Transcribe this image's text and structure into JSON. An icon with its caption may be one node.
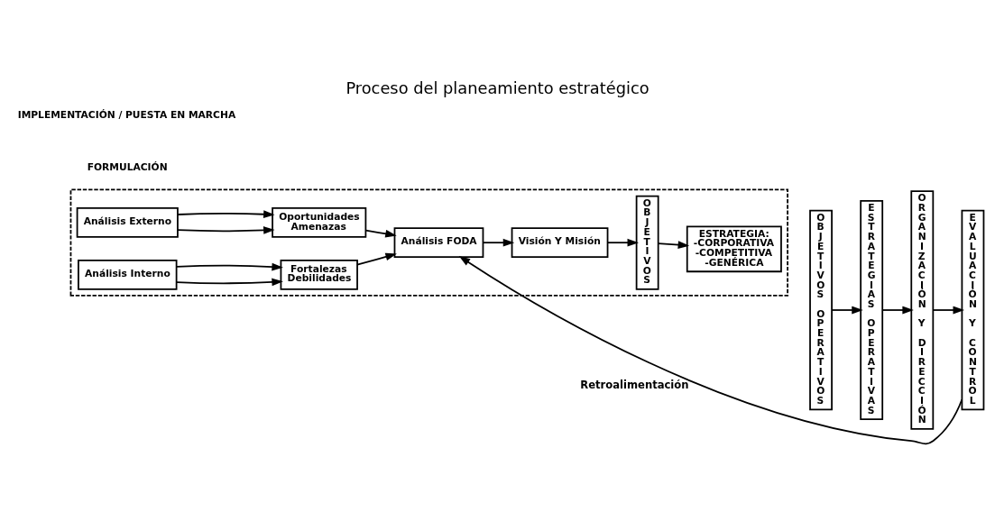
{
  "diagram": {
    "title": "Proceso del planeamiento estratégico",
    "nodes": [
      {
        "text": [],
        "shape": "box"
      },
      {
        "text": [
          "Análisis Externo"
        ],
        "in": 0
      },
      {
        "text": [
          "Oportunidades",
          "Amenazas"
        ],
        "in": 0
      },
      {
        "text": [
          "Análisis FODA"
        ],
        "in": 0
      },
      {
        "text": [
          "Visión Y Misión"
        ],
        "in": 0
      },
      {
        "text": [
          "OBJETIVOS"
        ],
        "in": 0
      },
      {
        "text": [
          "ESTRATEGIA:",
          "-CORPORATIVA",
          "-COMPETITIVA",
          "-GENÉRICA"
        ],
        "in": 0
      },
      {
        "text": [
          "Análisis Interno"
        ],
        "in": 0
      },
      {
        "text": [
          "Fortalezas",
          "Debilidades"
        ],
        "in": 0
      },
      {
        "text": [
          "OBJETIVOS OPERATIVOS"
        ]
      },
      {
        "text": [
          "ESTRATEGIAS OPERATIVAS"
        ]
      },
      {
        "text": [
          "ORGANIZACIÓN Y DIRECCIÓN"
        ]
      },
      {
        "text": [
          "EVALUACIÓN Y CONTROL"
        ]
      }
    ],
    "edges": [
      {
        "from": 1,
        "to": 2,
        "arrow": "to"
      },
      {
        "from": 1,
        "to": 2,
        "arrow": "to"
      },
      {
        "from": 2,
        "to": 3,
        "arrow": "to"
      },
      {
        "from": 7,
        "to": 8,
        "arrow": "to"
      },
      {
        "from": 7,
        "to": 8,
        "arrow": "to"
      },
      {
        "from": 8,
        "to": 3,
        "arrow": "to"
      },
      {
        "from": 3,
        "to": 4,
        "arrow": "to"
      },
      {
        "from": 4,
        "to": 5,
        "arrow": "to"
      },
      {
        "from": 5,
        "to": 6,
        "arrow": "to"
      },
      {
        "from": 9,
        "to": 10,
        "arrow": "to"
      },
      {
        "from": 10,
        "to": 11,
        "arrow": "to"
      },
      {
        "from": 11,
        "to": 12,
        "arrow": "to"
      },
      {
        "from": 12,
        "to": 3,
        "arrow": "to",
        "label": "Retroalimentación"
      }
    ],
    "labels": [
      "FORMULACIÓN",
      "IMPLEMENTACIÓN / PUESTA EN MARCHA"
    ]
  }
}
